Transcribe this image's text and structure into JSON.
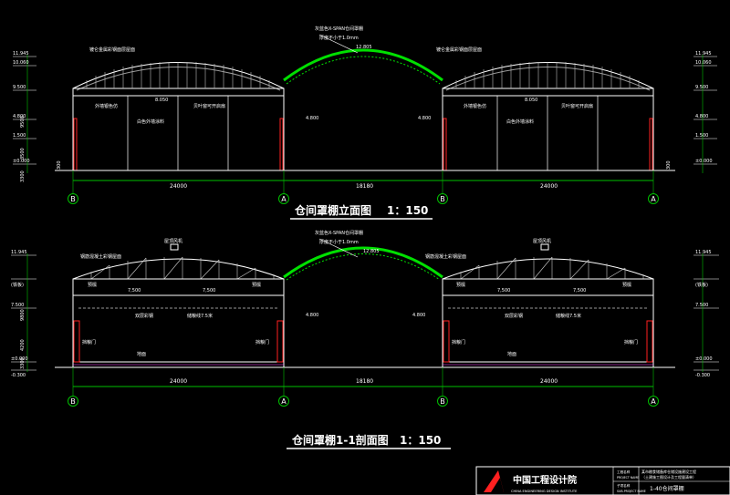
{
  "colors": {
    "background": "#000000",
    "line": "#ffffff",
    "roof_green": "#00e000",
    "dimension": "#00c000",
    "red": "#ff2020",
    "yellow": "#ffff00",
    "magenta": "#ff40ff",
    "cyan": "#00ffff"
  },
  "elevation": {
    "title": "仓间罩棚立面图",
    "scale": "1：150",
    "canopy_note_1": "灰蓝色X-SPAN仓间罩棚",
    "canopy_note_2": "厚度不小于1.0mm",
    "canopy_top": "12.805",
    "left_roof_note": "镀仑金属彩钢面层屋面",
    "right_roof_note": "镀仑金属彩钢面层屋面",
    "left_wall_note": "外墙银色仿",
    "right_wall_note": "外墙银色仿",
    "left_white_wall": "白色外墙涂料",
    "right_white_wall": "白色外墙涂料",
    "left_window_note": "贝叶窗可开启扇",
    "right_window_note": "贝叶窗可开启扇",
    "levels_left": [
      "11.945",
      "10.060",
      "9.500",
      "4.800",
      "1.500",
      "±0.000"
    ],
    "levels_right": [
      "11.945",
      "10.060",
      "9.500",
      "4.800",
      "1.500",
      "±0.000"
    ],
    "height_labels_left": [
      "9500",
      "3500",
      "3300"
    ],
    "eave": "8.050",
    "mid_level": "4.800",
    "spans": [
      "24000",
      "18180",
      "24000"
    ],
    "axes": [
      "B",
      "A",
      "B",
      "A"
    ],
    "stub_dim": "300"
  },
  "section": {
    "title": "仓间罩棚1-1剖面图",
    "scale": "1：150",
    "canopy_note_1": "灰蓝色X-SPAN仓间罩棚",
    "canopy_note_2": "厚度不小于1.0mm",
    "canopy_top": "12.805",
    "left_roof_note": "钢筋混凝土彩钢屋面",
    "right_roof_note": "钢筋混凝土彩钢屋面",
    "left_vent": "屋顶风机",
    "right_vent": "屋顶风机",
    "left_purlin": "预檩",
    "right_purlin": "预檩",
    "dim_7500": "7,500",
    "left_wall": "双层彩钢",
    "right_wall": "双层彩钢",
    "left_grain": "储粮线7.5米",
    "right_grain": "储粮线7.5米",
    "left_door_l": "挡粮门",
    "left_door_r": "挡粮门",
    "right_door_l": "挡粮门",
    "right_door_r": "挡粮门",
    "left_floor": "地面",
    "right_floor": "地面",
    "levels": [
      "11.945",
      "7.500",
      "±0.000",
      "-0.300"
    ],
    "side_note": "(铁板)",
    "height_labels": [
      "9800",
      "4200",
      "3300"
    ],
    "mid_level": "4.800",
    "spans": [
      "24000",
      "18180",
      "24000"
    ],
    "axes": [
      "B",
      "A",
      "B",
      "A"
    ]
  },
  "title_block": {
    "company": "中国工程设计院",
    "company_en": "CHINA ENGINEERING DESIGN INSTITUTE",
    "row_labels": [
      "工程名称",
      "PROJECT NAME",
      "子项名称",
      "SUB-PROJECT NAME"
    ],
    "project_name": "某市粮食储备库仓储设施建设工程",
    "project_sub": "（土建施工图设计及工程量清单）",
    "drawing_name": "1-40仓间罩棚"
  }
}
